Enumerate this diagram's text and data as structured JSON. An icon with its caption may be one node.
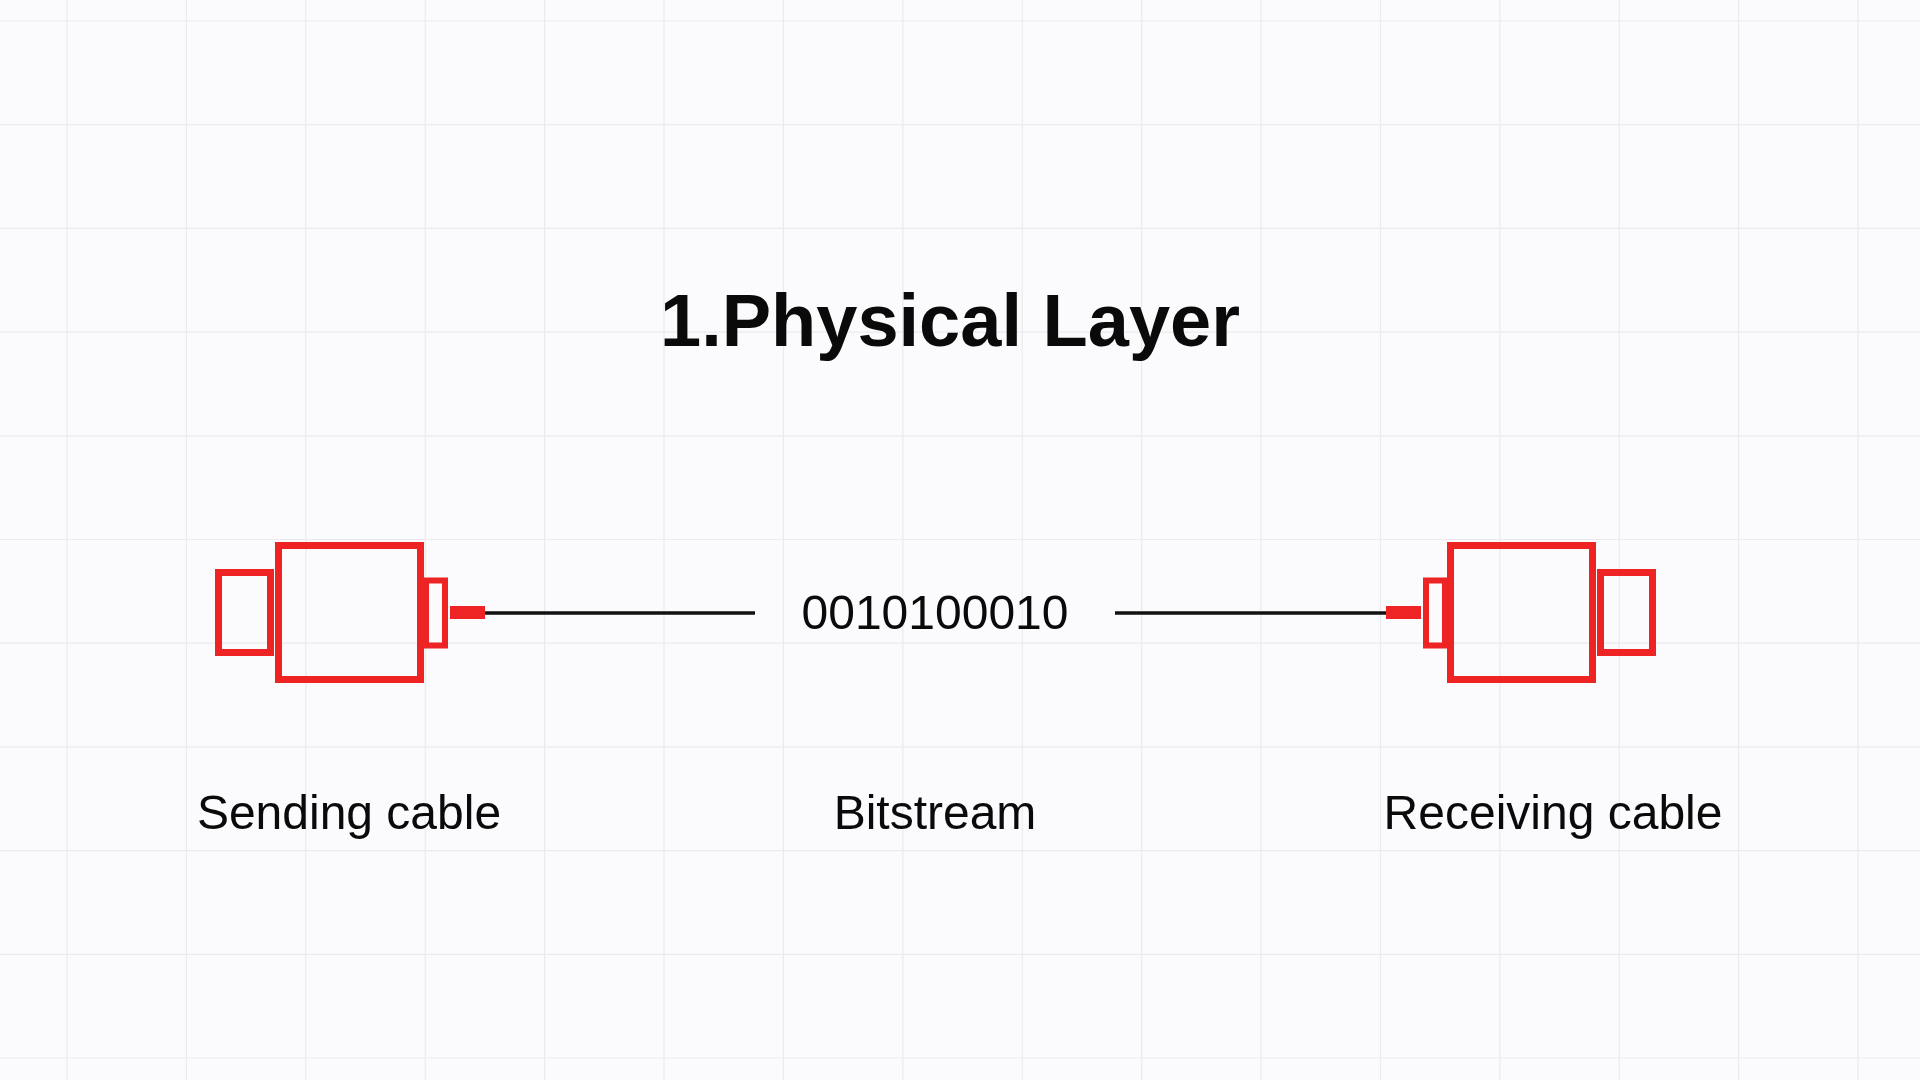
{
  "diagram": {
    "title": "1.Physical Layer",
    "nodes": [
      {
        "text": [],
        "shape": "plug",
        "beside": [
          "Sending cable"
        ]
      },
      {
        "text": [
          "0010100010"
        ],
        "beside": [
          "Bitstream"
        ]
      },
      {
        "text": [],
        "shape": "plug",
        "beside": [
          "Receiving cable"
        ]
      }
    ],
    "edges": [
      {
        "from": 0,
        "to": 1,
        "arrow": "none"
      },
      {
        "from": 1,
        "to": 2,
        "arrow": "none"
      }
    ]
  }
}
